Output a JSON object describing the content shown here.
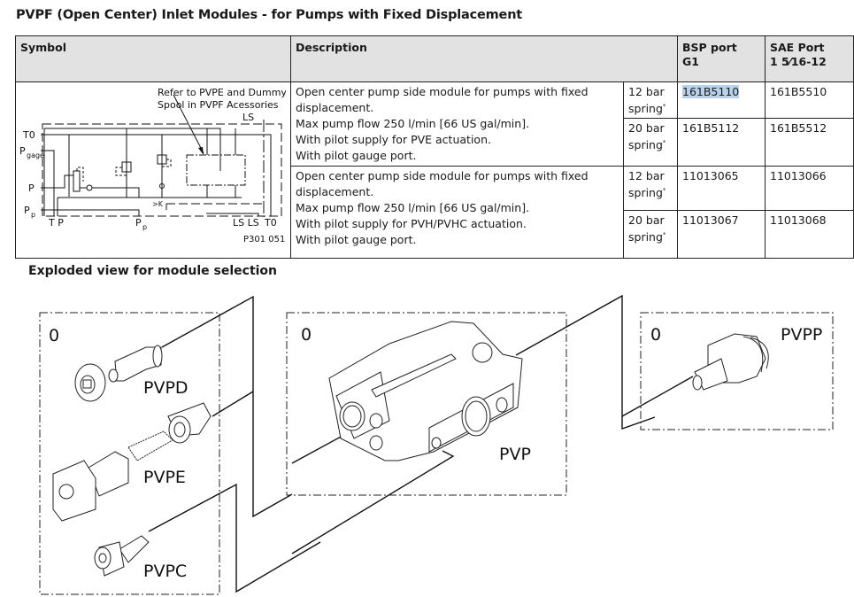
{
  "page": {
    "title": "PVPF (Open Center) Inlet Modules - for Pumps with Fixed Displacement",
    "section_title": "Exploded view for module selection"
  },
  "table": {
    "headers": {
      "symbol": "Symbol",
      "description": "Description",
      "bsp_line1": "BSP port",
      "bsp_line2": "G1",
      "sae_line1": "SAE Port",
      "sae_line2": "1 5⁄16-12"
    },
    "groups": [
      {
        "description": [
          "Open center pump side module for pumps with fixed displacement.",
          "Max pump flow 250 l/min [66 US gal/min].",
          "With pilot supply for PVE actuation.",
          "With pilot gauge port."
        ],
        "rows": [
          {
            "spring_line1": "12 bar",
            "spring_line2": "spring",
            "mark": "*",
            "bsp": "161B5110",
            "sae": "161B5510",
            "bsp_selected": true
          },
          {
            "spring_line1": "20 bar",
            "spring_line2": "spring",
            "mark": "*",
            "bsp": "161B5112",
            "sae": "161B5512"
          }
        ]
      },
      {
        "description": [
          "Open center pump side module for pumps with fixed displacement.",
          "Max pump flow 250 l/min [66 US gal/min].",
          "With pilot supply for PVH/PVHC actuation.",
          "With pilot gauge port."
        ],
        "rows": [
          {
            "spring_line1": "12 bar",
            "spring_line2": "spring",
            "mark": "*",
            "bsp": "11013065",
            "sae": "11013066"
          },
          {
            "spring_line1": "20 bar",
            "spring_line2": "spring",
            "mark": "*",
            "bsp": "11013067",
            "sae": "11013068"
          }
        ]
      }
    ]
  },
  "schematic": {
    "note_line1": "Refer to PVPE and Dummy",
    "note_line2": "Spool in PVPF Acessories",
    "ports": {
      "t0_left": "T0",
      "pgage": "P",
      "pgage_sub": "gage",
      "p": "P",
      "pp_left": "P",
      "pp_sub": "p",
      "tp_bottom": "T P",
      "pp_bottom": "P",
      "ls_top": "LS",
      "ls_bottom": "LS LS",
      "t0_bottom": "T0"
    },
    "figure_id": "P301 051"
  },
  "exploded": {
    "groups": [
      {
        "index": "0",
        "parts": [
          "PVPD",
          "PVPE",
          "PVPC"
        ]
      },
      {
        "index": "0",
        "parts": [
          "PVP"
        ]
      },
      {
        "index": "0",
        "parts": [
          "PVPP"
        ]
      }
    ]
  }
}
